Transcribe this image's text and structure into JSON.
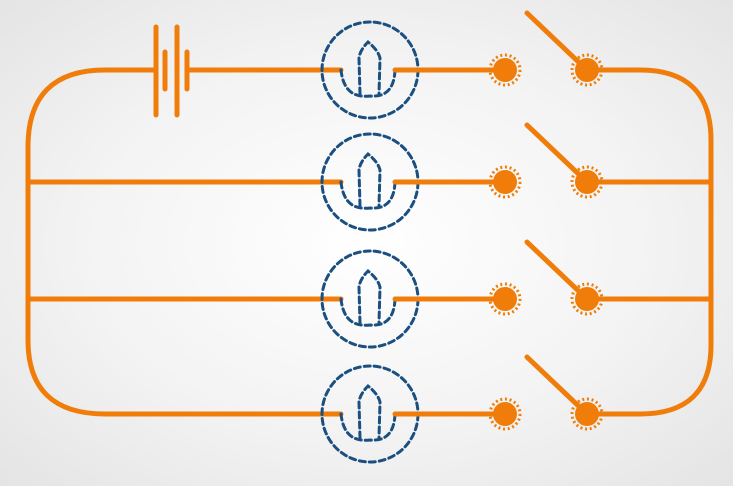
{
  "diagram": {
    "type": "parallel circuit",
    "colors": {
      "wire": "#f07d0a",
      "lamp": "#1a4f80",
      "background": "#f2f2f2"
    },
    "battery": {
      "icon": "battery-icon"
    },
    "branches": [
      {
        "lamp": "lamp-icon",
        "switch_state": "open"
      },
      {
        "lamp": "lamp-icon",
        "switch_state": "open"
      },
      {
        "lamp": "lamp-icon",
        "switch_state": "open"
      },
      {
        "lamp": "lamp-icon",
        "switch_state": "open"
      }
    ]
  }
}
